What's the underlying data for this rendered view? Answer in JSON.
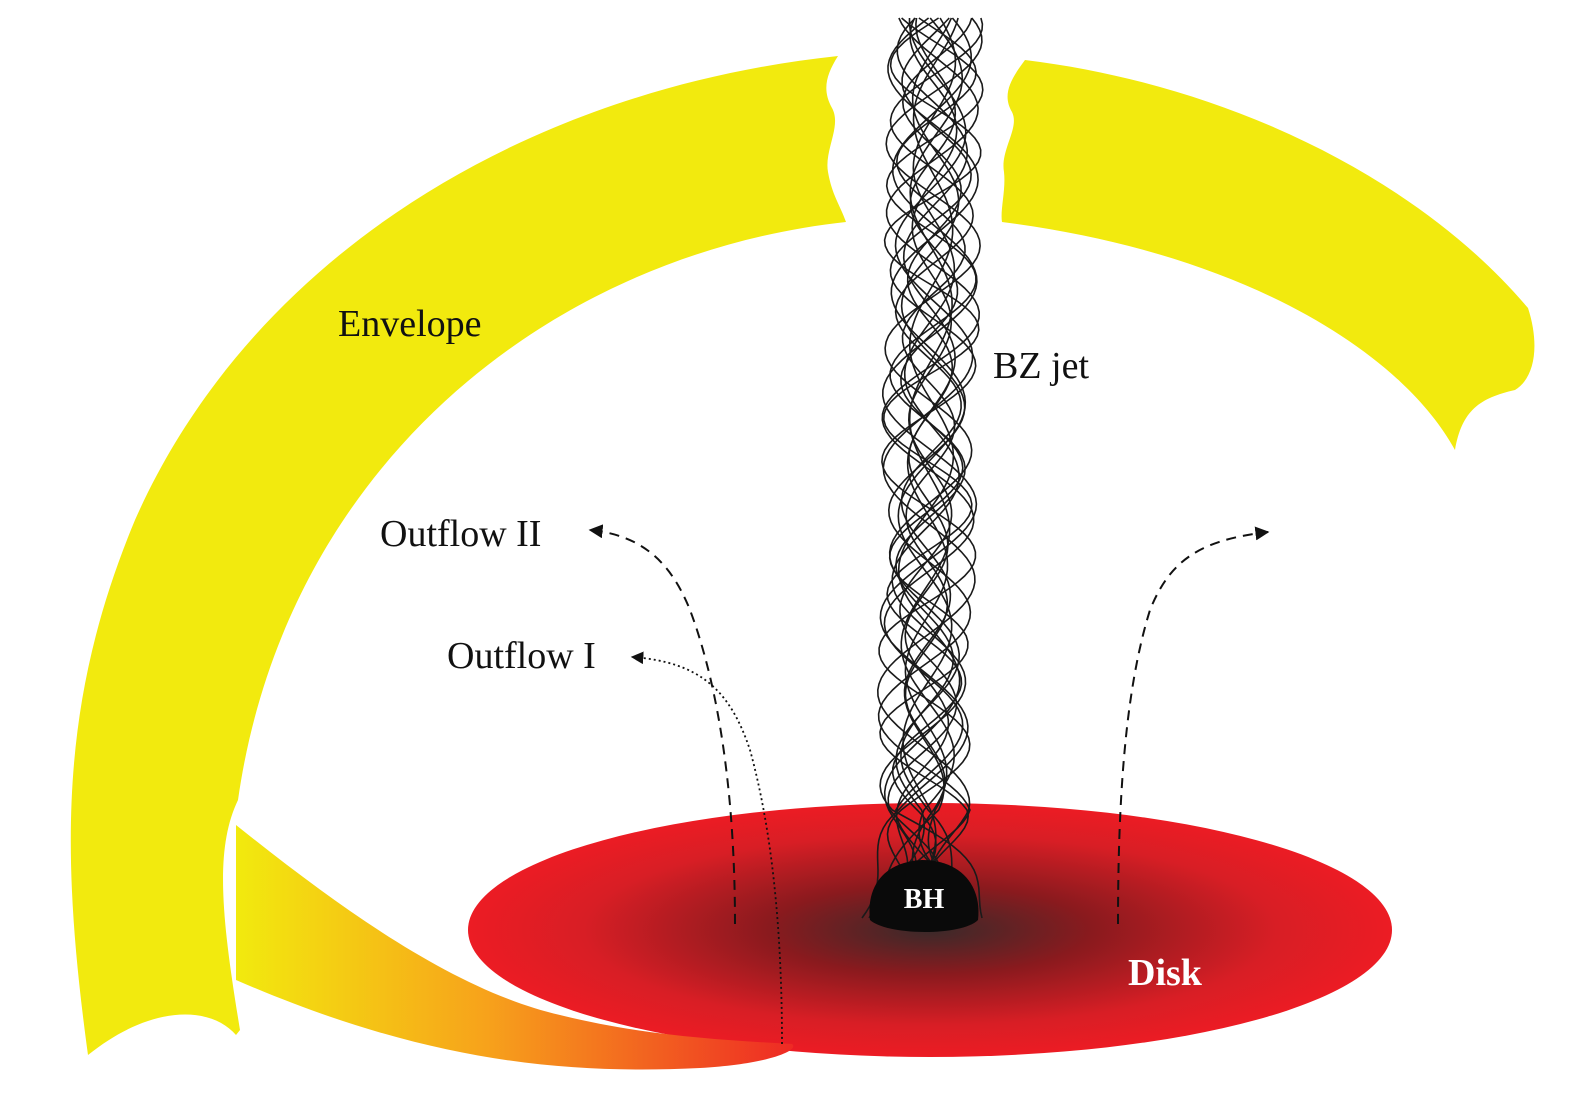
{
  "labels": {
    "envelope": "Envelope",
    "bz_jet": "BZ jet",
    "outflow_2": "Outflow II",
    "outflow_1": "Outflow I",
    "bh": "BH",
    "disk": "Disk"
  },
  "colors": {
    "envelope": "#f2ea0e",
    "stream_start": "#f2ea0e",
    "stream_mid": "#f7a21b",
    "stream_end": "#ee2a24",
    "disk_edge": "#ec1c24",
    "disk_center": "#3a2a2a",
    "black_hole": "#0a0a0a",
    "jet_lines": "#1a1a1a",
    "label_text": "#111111",
    "disk_label": "#ffffff",
    "bh_label": "#ffffff"
  }
}
